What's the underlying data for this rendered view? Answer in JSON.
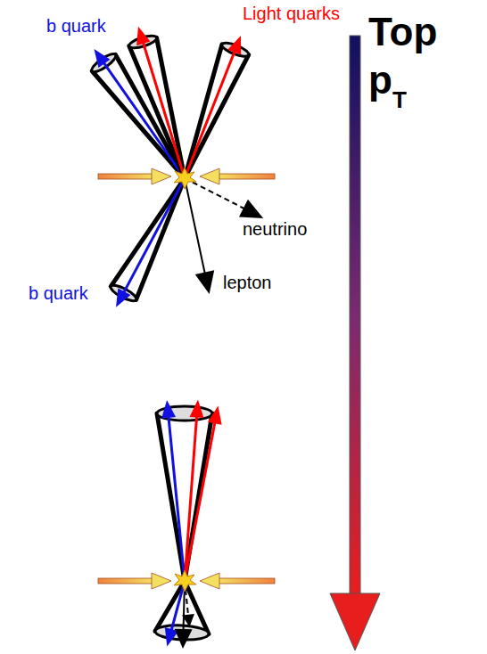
{
  "diagram": {
    "labels": [
      "Light quarks",
      "b quark",
      "neutrino",
      "lepton",
      "b quark",
      "Top",
      "p",
      "T"
    ]
  }
}
